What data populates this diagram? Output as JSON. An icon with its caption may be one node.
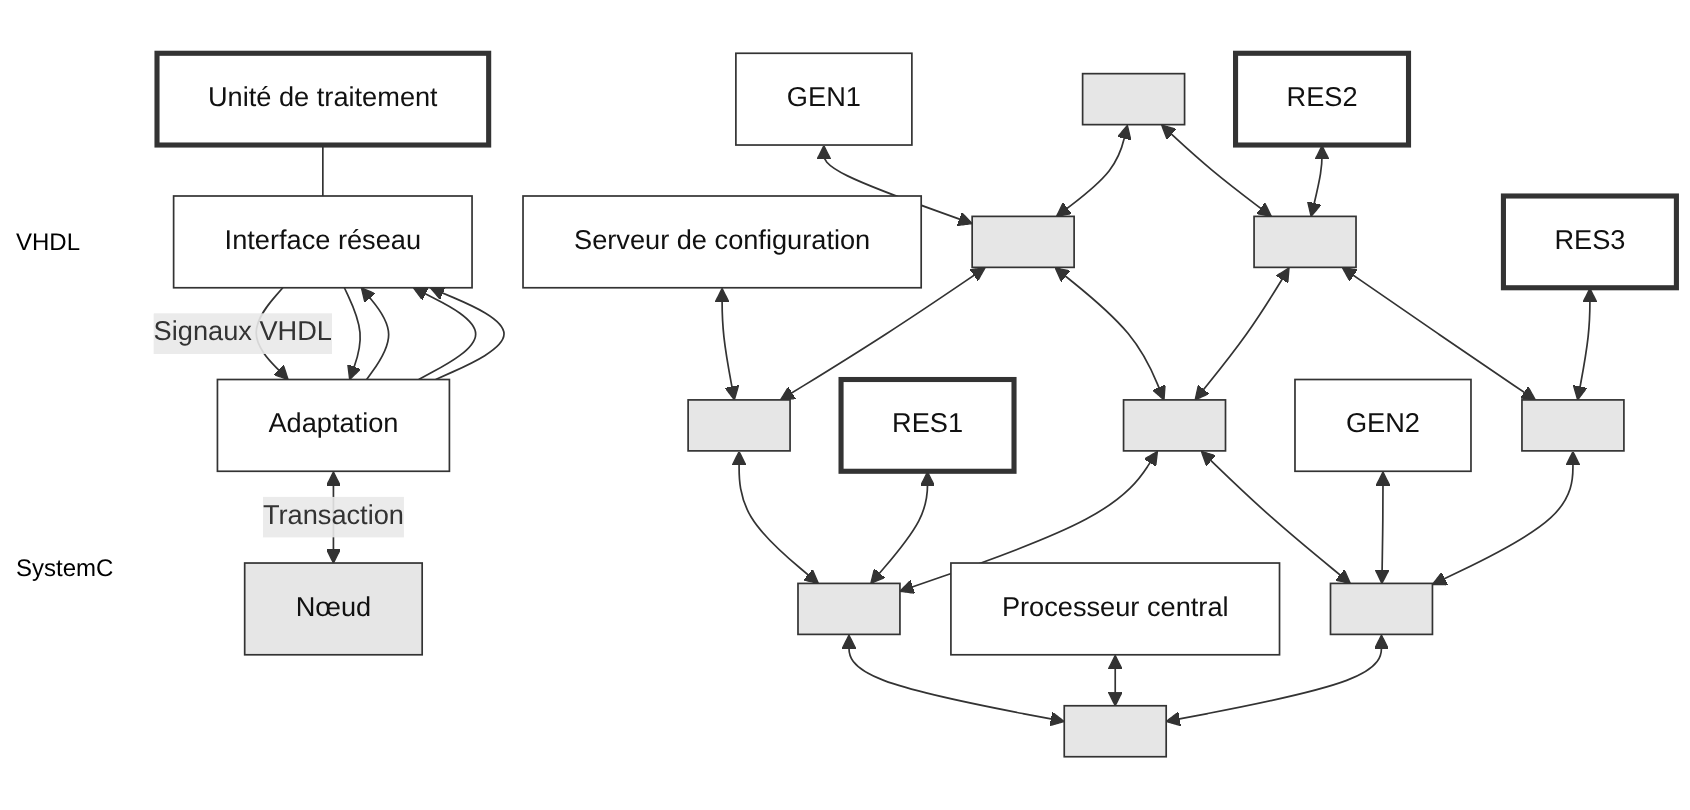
{
  "diagram": {
    "nodes": [
      {
        "text": [
          "Unité de traitement"
        ]
      },
      {
        "text": [
          "Interface réseau"
        ]
      },
      {
        "text": [
          "Adaptation"
        ]
      },
      {
        "text": [
          "Nœud"
        ]
      },
      {
        "text": [
          "GEN1"
        ]
      },
      {
        "text": [
          "Serveur de configuration"
        ]
      },
      {
        "text": [],
        "shape": "box"
      },
      {
        "text": [],
        "shape": "box"
      },
      {
        "text": [],
        "shape": "box"
      },
      {
        "text": [
          "RES2"
        ]
      },
      {
        "text": [
          "RES1"
        ]
      },
      {
        "text": [],
        "shape": "box"
      },
      {
        "text": [],
        "shape": "box"
      },
      {
        "text": [],
        "shape": "box"
      },
      {
        "text": [
          "RES3"
        ]
      },
      {
        "text": [
          "GEN2"
        ]
      },
      {
        "text": [
          "Processeur central"
        ]
      },
      {
        "text": [],
        "shape": "box"
      },
      {
        "text": [],
        "shape": "box"
      },
      {
        "text": [],
        "shape": "box"
      }
    ],
    "edges": [
      {
        "from": 0,
        "to": 1,
        "arrow": "none"
      },
      {
        "from": 1,
        "to": 2,
        "arrow": "to",
        "label": "Signaux VHDL"
      },
      {
        "from": 1,
        "to": 2,
        "arrow": "to"
      },
      {
        "from": 2,
        "to": 1,
        "arrow": "to"
      },
      {
        "from": 2,
        "to": 1,
        "arrow": "to"
      },
      {
        "from": 2,
        "to": 1,
        "arrow": "to"
      },
      {
        "from": 2,
        "to": 3,
        "arrow": "both",
        "label": "Transaction"
      },
      {
        "from": 4,
        "to": 7,
        "arrow": "both"
      },
      {
        "from": 5,
        "to": 8,
        "arrow": "both"
      },
      {
        "from": 6,
        "to": 7,
        "arrow": "both"
      },
      {
        "from": 7,
        "to": 8,
        "arrow": "both"
      },
      {
        "from": 6,
        "to": 11,
        "arrow": "both"
      },
      {
        "from": 7,
        "to": 12,
        "arrow": "both"
      },
      {
        "from": 8,
        "to": 13,
        "arrow": "both"
      },
      {
        "from": 9,
        "to": 11,
        "arrow": "both"
      },
      {
        "from": 10,
        "to": 13,
        "arrow": "both"
      },
      {
        "from": 11,
        "to": 12,
        "arrow": "both"
      },
      {
        "from": 12,
        "to": 13,
        "arrow": "both"
      },
      {
        "from": 11,
        "to": 17,
        "arrow": "both"
      },
      {
        "from": 12,
        "to": 18,
        "arrow": "both"
      },
      {
        "from": 13,
        "to": 19,
        "arrow": "both"
      },
      {
        "from": 14,
        "to": 17,
        "arrow": "both"
      },
      {
        "from": 15,
        "to": 18,
        "arrow": "both"
      },
      {
        "from": 16,
        "to": 19,
        "arrow": "both"
      },
      {
        "from": 17,
        "to": 18,
        "arrow": "both"
      },
      {
        "from": 18,
        "to": 19,
        "arrow": "both"
      }
    ],
    "labels": [
      "VHDL",
      "SystemC"
    ]
  }
}
